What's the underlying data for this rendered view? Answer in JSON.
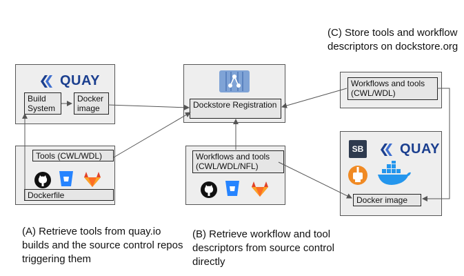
{
  "captions": {
    "a": "(A) Retrieve tools from quay.io builds and the source control repos triggering them",
    "b": "(B) Retrieve workflow and tool descriptors from source control directly",
    "c": "(C) Store tools and workflow descriptors on dockstore.org"
  },
  "left_top": {
    "logo_text": "QUAY",
    "build_system": "Build System",
    "docker_image": "Docker image"
  },
  "left_bottom": {
    "tools": "Tools (CWL/WDL)",
    "dockerfile": "Dockerfile"
  },
  "center": {
    "registration": "Dockstore Registration"
  },
  "center_bottom": {
    "workflows_tools": "Workflows and tools (CWL/WDL/NFL)"
  },
  "right_top": {
    "workflows_tools": "Workflows and tools (CWL/WDL)"
  },
  "right_bottom": {
    "sb_text": "SB",
    "logo_text": "QUAY",
    "docker_image": "Docker image"
  },
  "colors": {
    "quay_blue": "#1b3f8f",
    "bitbucket_blue": "#2684ff",
    "gitlab_orange": "#e24329",
    "docker_blue": "#2496ed",
    "arrow": "#555555"
  }
}
